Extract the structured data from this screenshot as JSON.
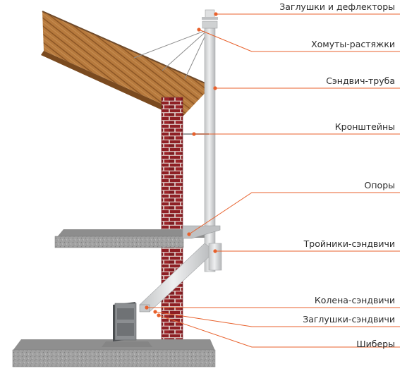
{
  "colors": {
    "accent": "#e8612c",
    "label_text": "#2b2b2b",
    "brick": "#8e1f24",
    "pipe": "#d9dadb",
    "concrete": "#9a9a9a",
    "roof_wood": "#b4783c"
  },
  "labels": [
    "Заглушки и дефлекторы",
    "Хомуты-растяжки",
    "Сэндвич-труба",
    "Кронштейны",
    "Опоры",
    "Тройники-сэндвичи",
    "Колена-сэндвичи",
    "Заглушки-сэндвичи",
    "Шиберы"
  ]
}
